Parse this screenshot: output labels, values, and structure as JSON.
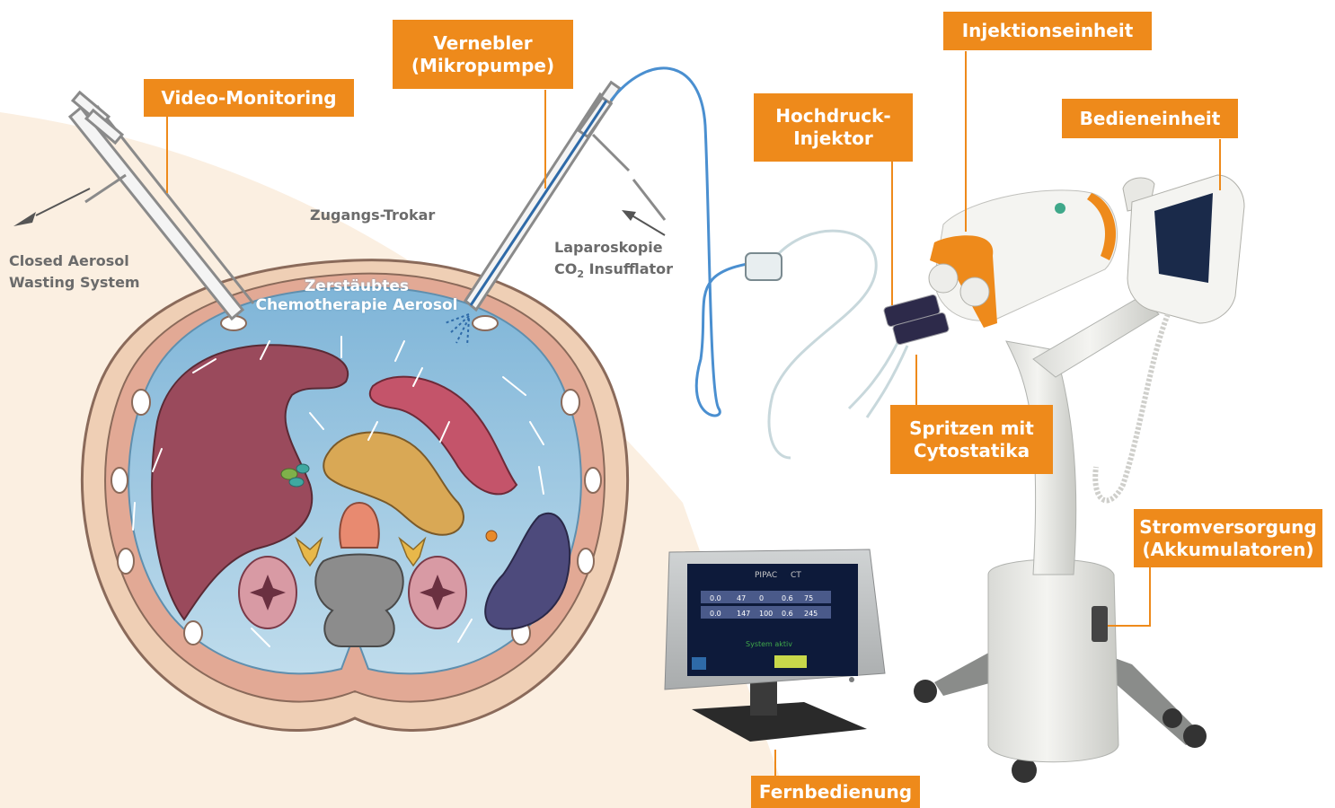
{
  "colors": {
    "label_bg": "#ee8a1b",
    "label_text": "#ffffff",
    "leader_line": "#ee8a1b",
    "caption_text": "#6b6b6b",
    "aerosol_blue": "#8fc1df",
    "liver": "#9a4a5c",
    "spleen": "#4d4a7c",
    "background_cream": "#fbefe1"
  },
  "labels": {
    "video_monitoring": [
      "Video-Monitoring"
    ],
    "vernebler": [
      "Vernebler",
      "(Mikropumpe)"
    ],
    "injektionseinheit": [
      "Injektionseinheit"
    ],
    "hochdruck_injektor": [
      "Hochdruck-",
      "Injektor"
    ],
    "bedieneinheit": [
      "Bedieneinheit"
    ],
    "spritzen": [
      "Spritzen mit",
      "Cytostatika"
    ],
    "stromversorgung": [
      "Stromversorgung",
      "(Akkumulatoren)"
    ],
    "fernbedienung": [
      "Fernbedienung"
    ]
  },
  "captions": {
    "zugangs_trokar": "Zugangs-Trokar",
    "closed_aerosol_1": "Closed Aerosol",
    "closed_aerosol_2": "Wasting System",
    "laparoskopie": "Laparoskopie",
    "co2_prefix": "CO",
    "co2_subscript": "2",
    "co2_suffix": " Insufflator",
    "aerosol_1": "Zerstäubtes",
    "aerosol_2": "Chemotherapie Aerosol"
  },
  "screen": {
    "title": "PIPAC",
    "mode": "CT",
    "rows": [
      [
        "0.0",
        "47",
        "0",
        "0.6",
        "75"
      ],
      [
        "0.0",
        "147",
        "100",
        "0.6",
        "245"
      ]
    ],
    "status": "System aktiv"
  }
}
